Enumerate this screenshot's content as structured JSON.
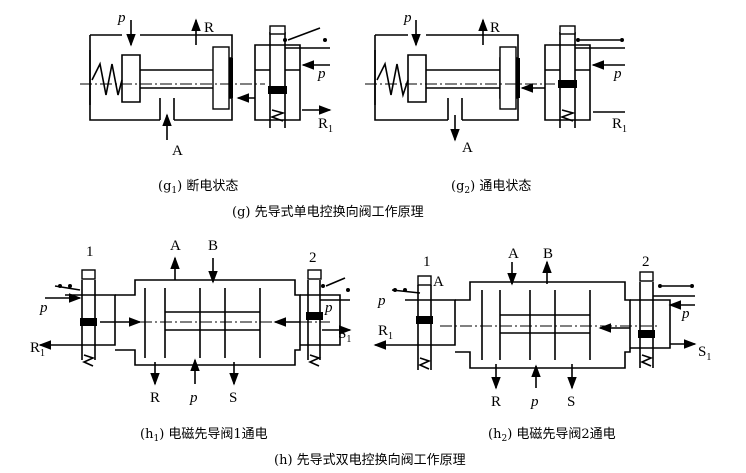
{
  "ports": {
    "p": "p",
    "R": "R",
    "R1": "R",
    "R1_sub": "1",
    "A": "A",
    "B": "B",
    "S": "S",
    "S1": "S",
    "S1_sub": "1",
    "one": "1",
    "two": "2"
  },
  "captions": {
    "g1_prefix": "(g",
    "g1_sub": "1",
    "g1_text": ") 断电状态",
    "g2_prefix": "(g",
    "g2_sub": "2",
    "g2_text": ") 通电状态",
    "g_title": "(g) 先导式单电控换向阀工作原理",
    "h1_prefix": "(h",
    "h1_sub": "1",
    "h1_text": ") 电磁先导阀1通电",
    "h2_prefix": "(h",
    "h2_sub": "2",
    "h2_text": ") 电磁先导阀2通电",
    "h_title": "(h) 先导式双电控换向阀工作原理"
  }
}
